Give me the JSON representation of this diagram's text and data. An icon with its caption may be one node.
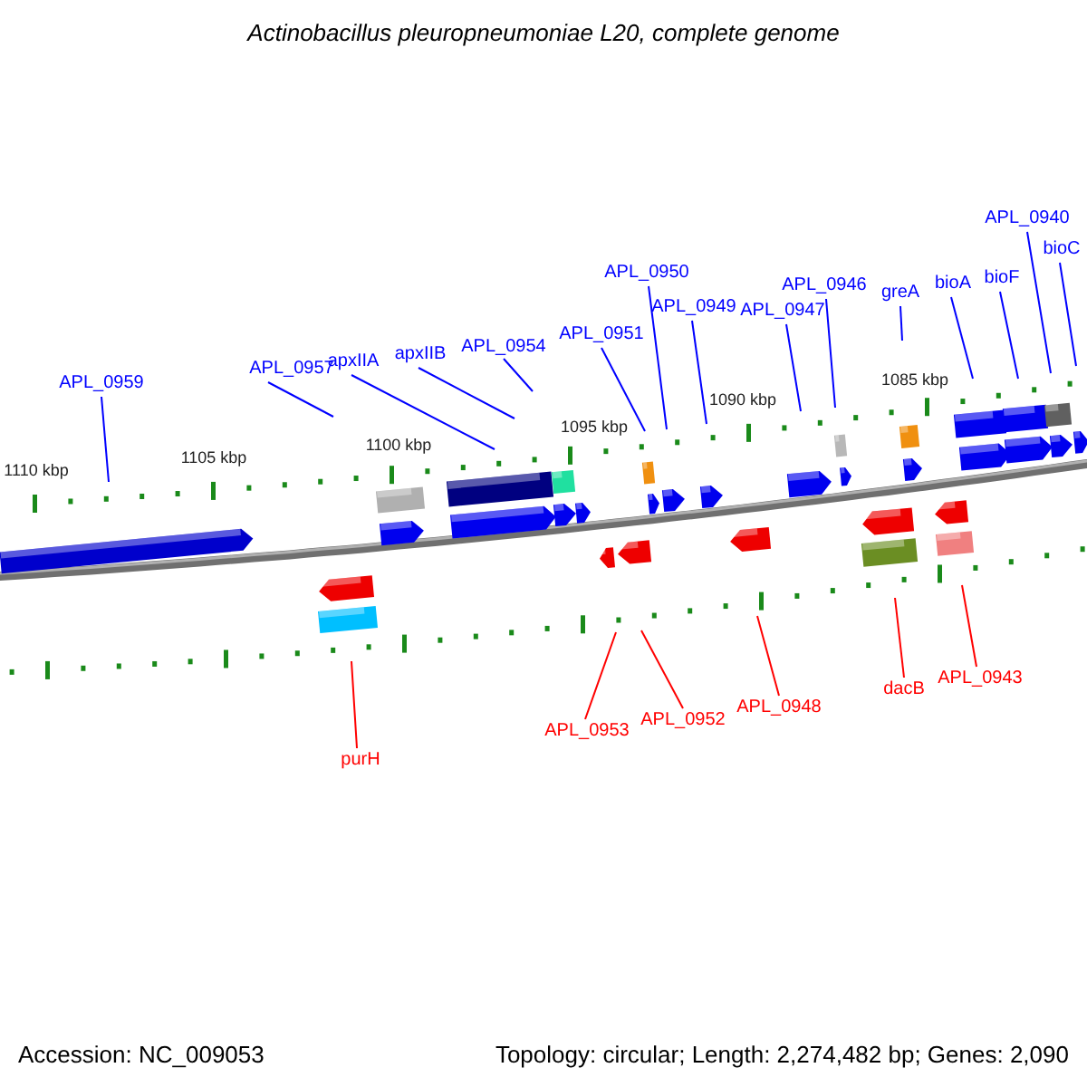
{
  "diagram": {
    "title": "Actinobacillus pleuropneumoniae L20, complete genome",
    "nodes": [
      {
        "text": [
          "APL_0959"
        ]
      },
      {
        "text": [
          "APL_0957"
        ]
      },
      {
        "text": [
          "apxIIA"
        ]
      },
      {
        "text": [
          "apxIIB"
        ]
      },
      {
        "text": [
          "APL_0954"
        ]
      },
      {
        "text": [
          "APL_0951"
        ]
      },
      {
        "text": [
          "APL_0950"
        ]
      },
      {
        "text": [
          "APL_0949"
        ]
      },
      {
        "text": [
          "APL_0947"
        ]
      },
      {
        "text": [
          "APL_0946"
        ]
      },
      {
        "text": [
          "greA"
        ]
      },
      {
        "text": [
          "bioA"
        ]
      },
      {
        "text": [
          "bioF"
        ]
      },
      {
        "text": [
          "APL_0940"
        ]
      },
      {
        "text": [
          "bioC"
        ]
      },
      {
        "text": [
          "purH"
        ]
      },
      {
        "text": [
          "APL_0953"
        ]
      },
      {
        "text": [
          "APL_0952"
        ]
      },
      {
        "text": [
          "APL_0948"
        ]
      },
      {
        "text": [
          "dacB"
        ]
      },
      {
        "text": [
          "APL_0943"
        ]
      }
    ],
    "edges": [
      {
        "from": 0,
        "to": null,
        "arrow": "none"
      },
      {
        "from": 1,
        "to": null,
        "arrow": "none"
      },
      {
        "from": 2,
        "to": null,
        "arrow": "none"
      },
      {
        "from": 3,
        "to": null,
        "arrow": "none"
      },
      {
        "from": 4,
        "to": null,
        "arrow": "none"
      },
      {
        "from": 5,
        "to": null,
        "arrow": "none"
      },
      {
        "from": 6,
        "to": null,
        "arrow": "none"
      },
      {
        "from": 7,
        "to": null,
        "arrow": "none"
      },
      {
        "from": 8,
        "to": null,
        "arrow": "none"
      },
      {
        "from": 9,
        "to": null,
        "arrow": "none"
      },
      {
        "from": 10,
        "to": null,
        "arrow": "none"
      },
      {
        "from": 11,
        "to": null,
        "arrow": "none"
      },
      {
        "from": 12,
        "to": null,
        "arrow": "none"
      },
      {
        "from": 13,
        "to": null,
        "arrow": "none"
      },
      {
        "from": 14,
        "to": null,
        "arrow": "none"
      },
      {
        "from": 15,
        "to": null,
        "arrow": "none",
        "color": "#ff0000"
      },
      {
        "from": 16,
        "to": null,
        "arrow": "none",
        "color": "#ff0000"
      },
      {
        "from": 17,
        "to": null,
        "arrow": "none",
        "color": "#ff0000"
      },
      {
        "from": 18,
        "to": null,
        "arrow": "none",
        "color": "#ff0000"
      },
      {
        "from": 19,
        "to": null,
        "arrow": "none",
        "color": "#ff0000"
      },
      {
        "from": 20,
        "to": null,
        "arrow": "none",
        "color": "#ff0000"
      }
    ],
    "labels": [
      "1110 kbp",
      "1105 kbp",
      "1100 kbp",
      "1095 kbp",
      "1090 kbp",
      "1085 kbp",
      "Accession: NC_009053",
      "Topology: circular; Length: 2,274,482 bp; Genes: 2,090"
    ]
  }
}
